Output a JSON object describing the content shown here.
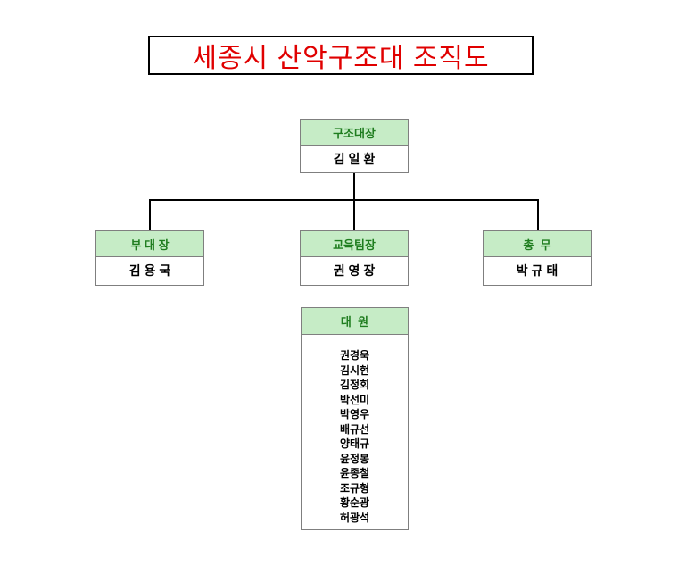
{
  "title": "세종시 산악구조대 조직도",
  "colors": {
    "title_text": "#e00000",
    "header_bg": "#c6ecc6",
    "header_text": "#1f7d1f",
    "box_border": "#7f7f7f",
    "connector": "#000000"
  },
  "org": {
    "root": {
      "role": "구조대장",
      "name": "김 일 환"
    },
    "children": [
      {
        "role": "부 대 장",
        "name": "김 용 국"
      },
      {
        "role": "교육팀장",
        "name": "권 영 장"
      },
      {
        "role": "총  무",
        "name": "박 규 태"
      }
    ],
    "members": {
      "role": "대  원",
      "names": [
        "권경욱",
        "김시현",
        "김정회",
        "박선미",
        "박영우",
        "배규선",
        "양태규",
        "윤정봉",
        "윤종철",
        "조규형",
        "황순광",
        "허광석"
      ]
    }
  }
}
